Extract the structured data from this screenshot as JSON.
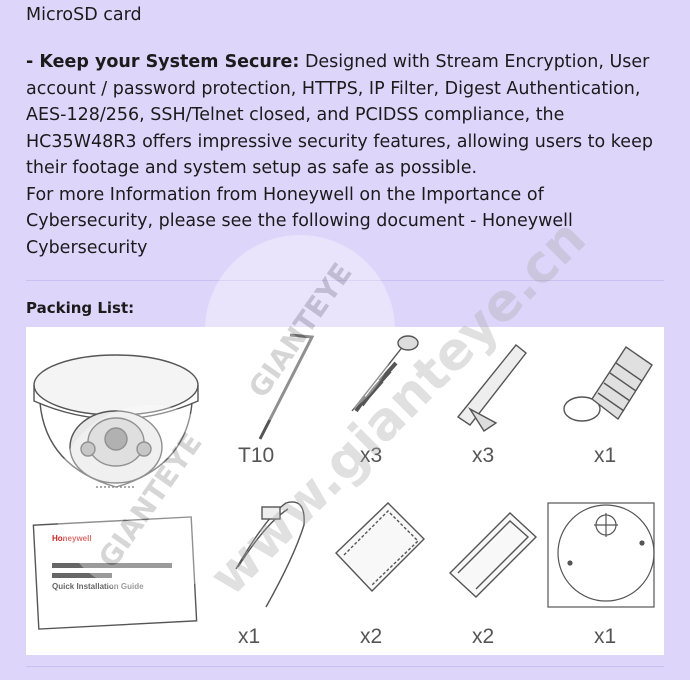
{
  "top_text": "MicroSD card",
  "security": {
    "bold_lead": "- Keep your System Secure:",
    "body": " Designed with Stream Encryption, User account / password protection, HTTPS, IP Filter, Digest Authentication, AES-128/256, SSH/Telnet closed, and PCIDSS compliance, the HC35W48R3 offers impressive security features, allowing users to keep their footage and system setup as safe as possible.",
    "more_info": "For more Information from Honeywell on the Importance of Cybersecurity, please see the following document - Honeywell Cybersecurity"
  },
  "packing": {
    "heading": "Packing List:",
    "labels": {
      "torx_key": "T10",
      "screws": "x3",
      "anchors": "x3",
      "waterproof_cap": "x1",
      "cable": "x1",
      "desiccant": "x2",
      "foam_pad": "x2",
      "template": "x1"
    },
    "guide": {
      "brand": "Honeywell",
      "title": "Quick Installation Guide"
    }
  },
  "watermark": "www.gianteye.cn",
  "watermark_logo": "GIANTEYE"
}
